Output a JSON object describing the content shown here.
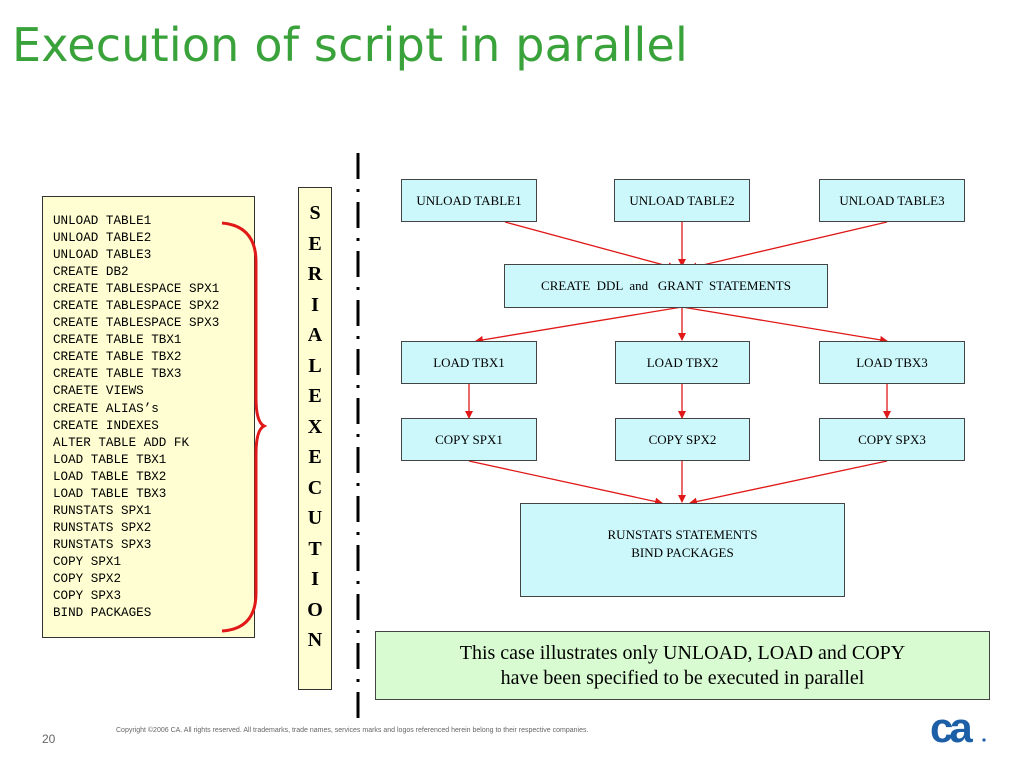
{
  "slide": {
    "title": "Execution of script in parallel",
    "page_number": "20",
    "copyright": "Copyright ©2006 CA. All rights reserved. All trademarks, trade names, services marks and logos referenced herein belong to their respective companies.",
    "logo_text": "ca"
  },
  "script_lines": [
    "UNLOAD TABLE1",
    "UNLOAD TABLE2",
    "UNLOAD TABLE3",
    "CREATE DB2",
    "CREATE TABLESPACE SPX1",
    "CREATE TABLESPACE SPX2",
    "CREATE TABLESPACE SPX3",
    "CREATE TABLE TBX1",
    "CREATE TABLE TBX2",
    "CREATE TABLE TBX3",
    "CRAETE VIEWS",
    "CREATE ALIAS’s",
    "CREATE INDEXES",
    "ALTER TABLE ADD FK",
    "LOAD TABLE TBX1",
    "LOAD TABLE TBX2",
    "LOAD TABLE TBX3",
    "RUNSTATS SPX1",
    "RUNSTATS SPX2",
    "RUNSTATS SPX3",
    "COPY SPX1",
    "COPY SPX2",
    "COPY SPX3",
    "BIND PACKAGES"
  ],
  "serial_execution": [
    "S",
    "E",
    "R",
    "I",
    "A",
    "L",
    "E",
    "X",
    "E",
    "C",
    "U",
    "T",
    "I",
    "O",
    "N"
  ],
  "flow": {
    "unload1": "UNLOAD TABLE1",
    "unload2": "UNLOAD TABLE2",
    "unload3": "UNLOAD TABLE3",
    "create_ddl": "CREATE  DDL  and   GRANT  STATEMENTS",
    "load1": "LOAD TBX1",
    "load2": "LOAD TBX2",
    "load3": "LOAD TBX3",
    "copy1": "COPY SPX1",
    "copy2": "COPY SPX2",
    "copy3": "COPY SPX3",
    "runstats": "RUNSTATS STATEMENTS\nBIND PACKAGES"
  },
  "note": {
    "line1": "This case illustrates only UNLOAD, LOAD and COPY",
    "line2": "have been specified to be executed in parallel"
  },
  "colors": {
    "title": "#3aa23a",
    "arrow": "#e01818",
    "node_fill": "#ccf8fb",
    "script_fill": "#fefed2",
    "note_fill": "#d8fbd2",
    "logo": "#1d5fa6"
  }
}
